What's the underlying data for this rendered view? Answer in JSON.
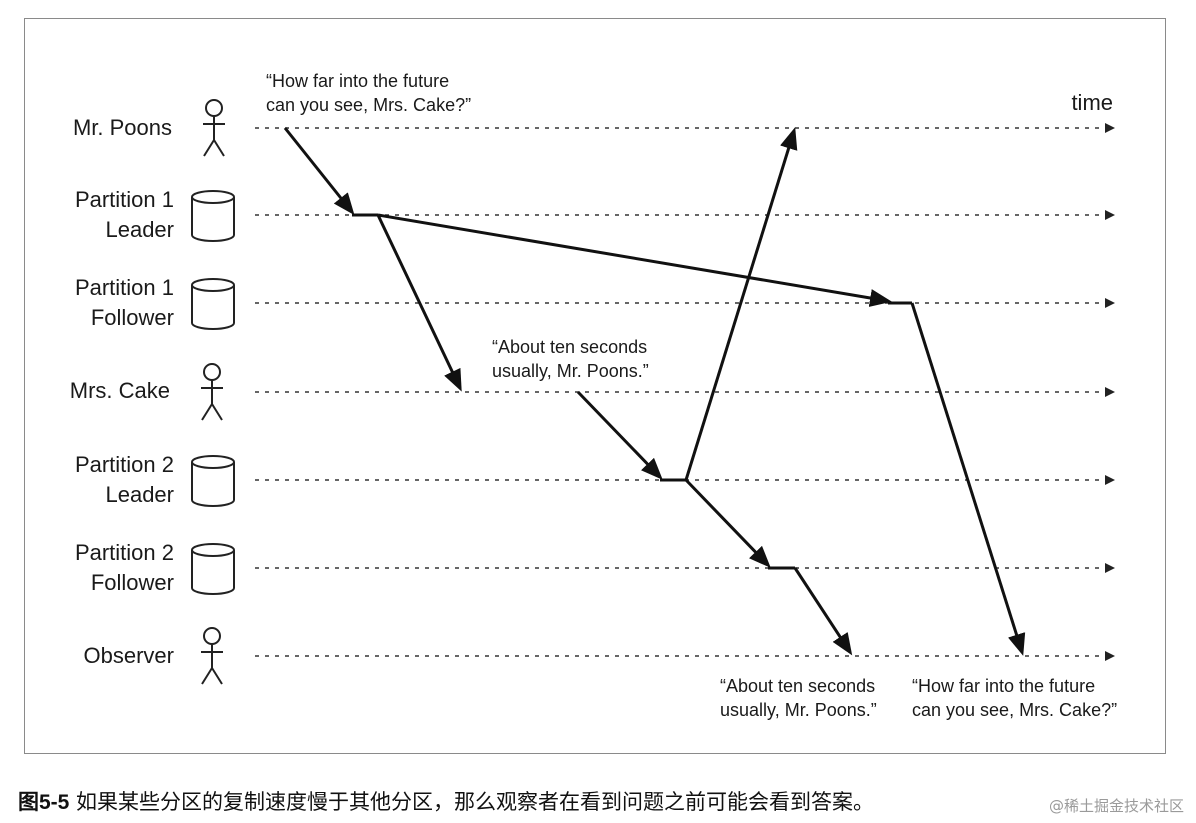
{
  "actors": [
    {
      "id": "mr-poons",
      "lines": [
        "Mr. Poons"
      ],
      "icon": "person-icon"
    },
    {
      "id": "p1-leader",
      "lines": [
        "Partition 1",
        "Leader"
      ],
      "icon": "database-icon"
    },
    {
      "id": "p1-follower",
      "lines": [
        "Partition 1",
        "Follower"
      ],
      "icon": "database-icon"
    },
    {
      "id": "mrs-cake",
      "lines": [
        "Mrs. Cake"
      ],
      "icon": "person-icon"
    },
    {
      "id": "p2-leader",
      "lines": [
        "Partition 2",
        "Leader"
      ],
      "icon": "database-icon"
    },
    {
      "id": "p2-follower",
      "lines": [
        "Partition 2",
        "Follower"
      ],
      "icon": "database-icon"
    },
    {
      "id": "observer",
      "lines": [
        "Observer"
      ],
      "icon": "person-icon"
    }
  ],
  "time_label": "time",
  "quotes": {
    "question_top": [
      "“How far into the future",
      "can you see, Mrs. Cake?”"
    ],
    "answer_middle": [
      "“About ten seconds",
      "usually, Mr. Poons.”"
    ],
    "answer_observed": [
      "“About ten seconds",
      "usually, Mr. Poons.”"
    ],
    "question_observed": [
      "“How far into the future",
      "can you see, Mrs. Cake?”"
    ]
  },
  "caption": {
    "figure": "图5-5",
    "text": " 如果某些分区的复制速度慢于其他分区，那么观察者在看到问题之前可能会看到答案。"
  },
  "watermark": "@稀土掘金技术社区"
}
